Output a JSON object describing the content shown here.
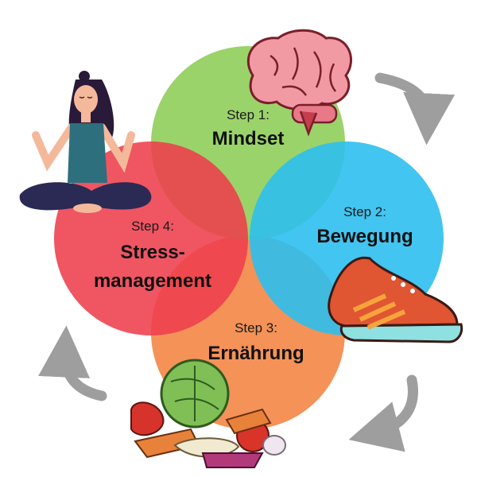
{
  "steps": [
    {
      "num_label": "Step 1:",
      "title": "Mindset",
      "color": "#8fce5a",
      "illustration": "brain-icon"
    },
    {
      "num_label": "Step 2:",
      "title": "Bewegung",
      "color": "#2dbfee",
      "illustration": "sneaker-icon"
    },
    {
      "num_label": "Step 3:",
      "title": "Ernährung",
      "color": "#f3894a",
      "illustration": "vegetables-icon"
    },
    {
      "num_label": "Step 4:",
      "title_line1": "Stress-",
      "title_line2": "management",
      "color": "#ee3e4c",
      "illustration": "meditation-woman-icon"
    }
  ],
  "cycle_arrows": {
    "color": "#9e9e9e",
    "count": 3,
    "direction": "clockwise"
  }
}
